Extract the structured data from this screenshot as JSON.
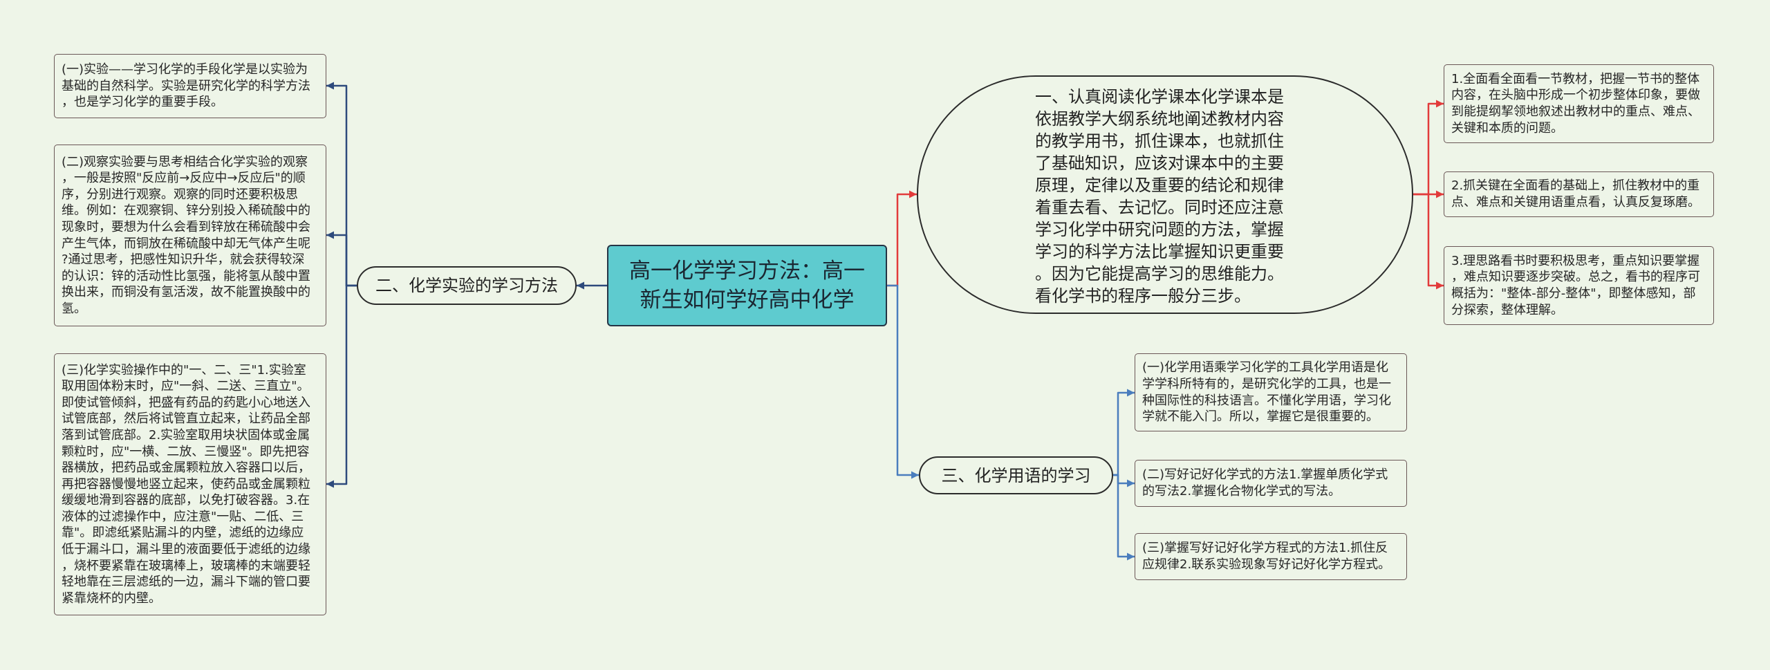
{
  "colors": {
    "background": "#eef5e8",
    "central_fill": "#5ecbcf",
    "reading_link": "#e23b3b",
    "terms_link": "#4a7dbd",
    "experiment_link": "#2d4a7c"
  },
  "central_topic": {
    "lines": [
      "高一化学学习方法：高一",
      "新生如何学好高中化学"
    ]
  },
  "reading_branch": {
    "lines": [
      "一、认真阅读化学课本化学课本是",
      "依据教学大纲系统地阐述教材内容",
      "的教学用书，抓住课本，也就抓住",
      "了基础知识，应该对课本中的主要",
      "原理，定律以及重要的结论和规律",
      "着重去看、去记忆。同时还应注意",
      "学习化学中研究问题的方法，掌握",
      "学习的科学方法比掌握知识更重要",
      "。因为它能提高学习的思维能力。",
      "看化学书的程序一般分三步。"
    ],
    "steps": [
      {
        "lines": [
          "1.全面看全面看一节教材，把握一节书的整体",
          "内容，在头脑中形成一个初步整体印象，要做",
          "到能提纲挈领地叙述出教材中的重点、难点、",
          "关键和本质的问题。"
        ]
      },
      {
        "lines": [
          "2.抓关键在全面看的基础上，抓住教材中的重",
          "点、难点和关键用语重点看，认真反复琢磨。"
        ]
      },
      {
        "lines": [
          "3.理思路看书时要积极思考，重点知识要掌握",
          "，难点知识要逐步突破。总之，看书的程序可",
          "概括为：\"整体-部分-整体\"，即整体感知，部",
          "分探索，整体理解。"
        ]
      }
    ]
  },
  "terms_branch": {
    "label": "三、化学用语的学习",
    "items": [
      {
        "lines": [
          "(一)化学用语乘学习化学的工具化学用语是化",
          "学学科所特有的，是研究化学的工具，也是一",
          "种国际性的科技语言。不懂化学用语，学习化",
          "学就不能入门。所以，掌握它是很重要的。"
        ]
      },
      {
        "lines": [
          "(二)写好记好化学式的方法1.掌握单质化学式",
          "的写法2.掌握化合物化学式的写法。"
        ]
      },
      {
        "lines": [
          "(三)掌握写好记好化学方程式的方法1.抓住反",
          "应规律2.联系实验现象写好记好化学方程式。"
        ]
      }
    ]
  },
  "experiment_branch": {
    "label": "二、化学实验的学习方法",
    "items": [
      {
        "lines": [
          "(一)实验——学习化学的手段化学是以实验为",
          "基础的自然科学。实验是研究化学的科学方法",
          "，也是学习化学的重要手段。"
        ]
      },
      {
        "lines": [
          "(二)观察实验要与思考相结合化学实验的观察",
          "，一般是按照\"反应前→反应中→反应后\"的顺",
          "序，分别进行观察。观察的同时还要积极思",
          "维。例如：在观察铜、锌分别投入稀硫酸中的",
          "现象时，要想为什么会看到锌放在稀硫酸中会",
          "产生气体，而铜放在稀硫酸中却无气体产生呢",
          "?通过思考，把感性知识升华，就会获得较深",
          "的认识：锌的活动性比氢强，能将氢从酸中置",
          "换出来，而铜没有氢活泼，故不能置换酸中的",
          "氢。"
        ]
      },
      {
        "lines": [
          "(三)化学实验操作中的\"一、二、三\"1.实验室",
          "取用固体粉末时，应\"一斜、二送、三直立\"。",
          "即使试管倾斜，把盛有药品的药匙小心地送入",
          "试管底部，然后将试管直立起来，让药品全部",
          "落到试管底部。2.实验室取用块状固体或金属",
          "颗粒时，应\"一横、二放、三慢竖\"。即先把容",
          "器横放，把药品或金属颗粒放入容器口以后，",
          "再把容器慢慢地竖立起来，使药品或金属颗粒",
          "缓缓地滑到容器的底部，以免打破容器。3.在",
          "液体的过滤操作中，应注意\"一贴、二低、三",
          "靠\"。即滤纸紧贴漏斗的内壁，滤纸的边缘应",
          "低于漏斗口，漏斗里的液面要低于滤纸的边缘",
          "，烧杯要紧靠在玻璃棒上，玻璃棒的末端要轻",
          "轻地靠在三层滤纸的一边，漏斗下端的管口要",
          "紧靠烧杯的内壁。"
        ]
      }
    ]
  }
}
